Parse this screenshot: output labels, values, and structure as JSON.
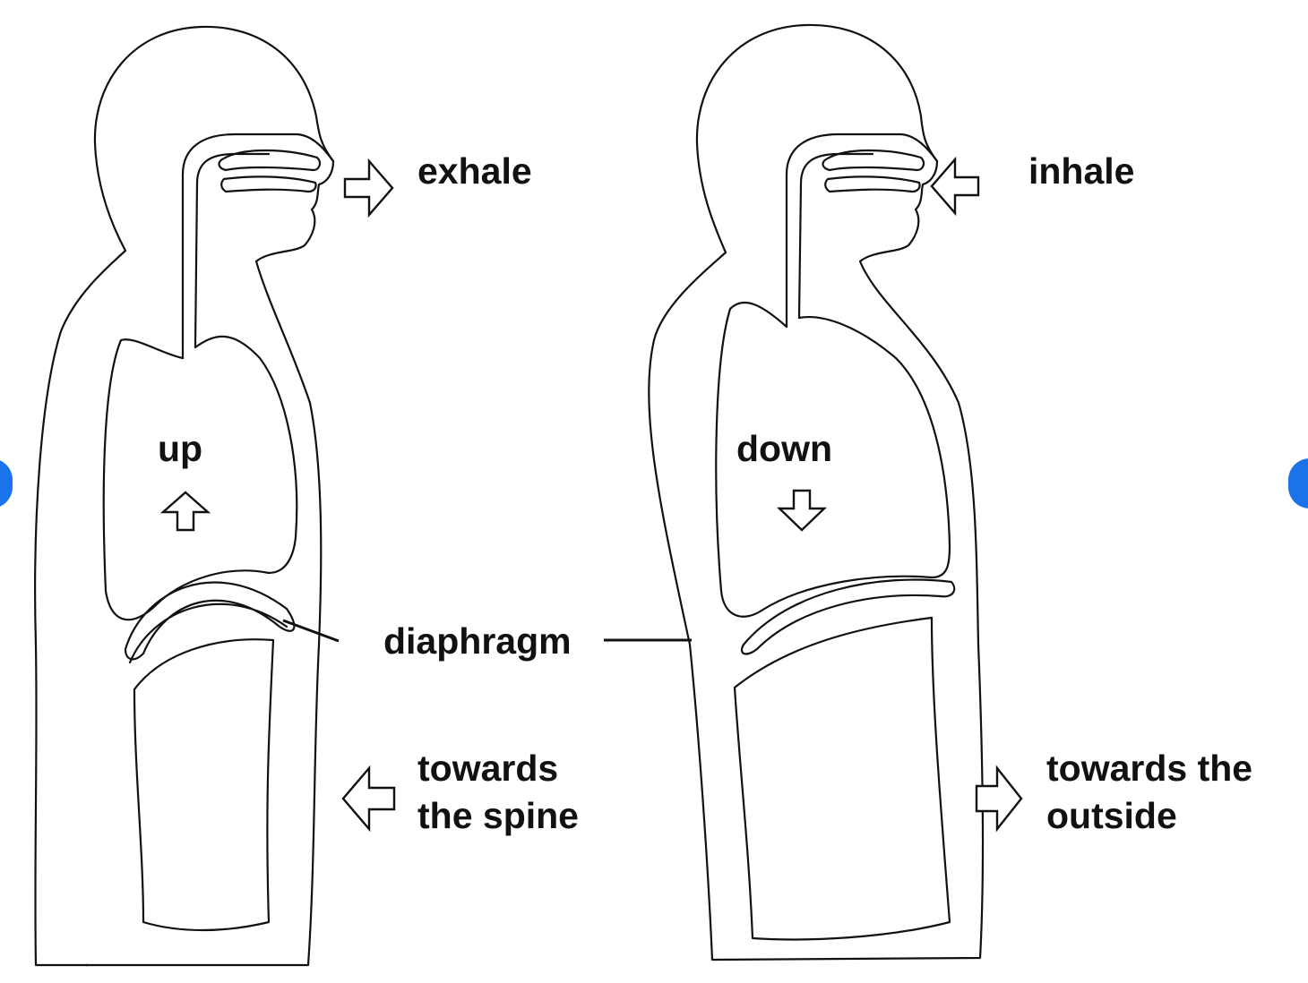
{
  "labels": {
    "exhale": "exhale",
    "inhale": "inhale",
    "up": "up",
    "down": "down",
    "diaphragm": "diaphragm",
    "towards_spine_line1": "towards",
    "towards_spine_line2": "the spine",
    "towards_outside_line1": "towards the",
    "towards_outside_line2": "outside"
  },
  "colors": {
    "line": "#111111",
    "background": "#ffffff",
    "nav_accent": "#1a73e8"
  },
  "navigation": {
    "prev_icon": "carousel-prev-icon",
    "next_icon": "carousel-next-icon"
  }
}
